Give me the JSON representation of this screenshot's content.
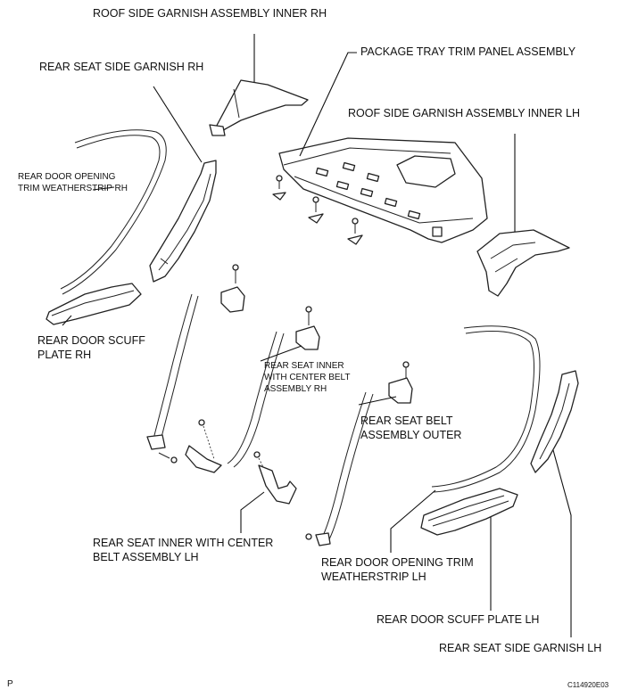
{
  "labels": {
    "roof_side_garnish_inner_rh": "ROOF SIDE GARNISH ASSEMBLY INNER RH",
    "rear_seat_side_garnish_rh": "REAR SEAT SIDE GARNISH RH",
    "package_tray_trim_panel": "PACKAGE TRAY TRIM PANEL ASSEMBLY",
    "roof_side_garnish_inner_lh": "ROOF SIDE GARNISH ASSEMBLY INNER LH",
    "rear_door_opening_trim_rh_line1": "REAR DOOR OPENING",
    "rear_door_opening_trim_rh_line2": "TRIM WEATHERSTRIP RH",
    "rear_door_scuff_rh_line1": "REAR DOOR SCUFF",
    "rear_door_scuff_rh_line2": "PLATE RH",
    "rear_seat_inner_center_rh_line1": "REAR SEAT INNER",
    "rear_seat_inner_center_rh_line2": "WITH CENTER BELT",
    "rear_seat_inner_center_rh_line3": "ASSEMBLY RH",
    "rear_seat_belt_outer_line1": "REAR SEAT BELT",
    "rear_seat_belt_outer_line2": "ASSEMBLY OUTER",
    "rear_seat_inner_center_lh_line1": "REAR SEAT INNER WITH CENTER",
    "rear_seat_inner_center_lh_line2": "BELT ASSEMBLY LH",
    "rear_door_opening_trim_lh_line1": "REAR DOOR OPENING TRIM",
    "rear_door_opening_trim_lh_line2": "WEATHERSTRIP LH",
    "rear_door_scuff_lh": "REAR DOOR SCUFF PLATE LH",
    "rear_seat_side_garnish_lh": "REAR SEAT SIDE GARNISH LH",
    "corner_mark": "P",
    "figure_code": "C114920E03"
  }
}
